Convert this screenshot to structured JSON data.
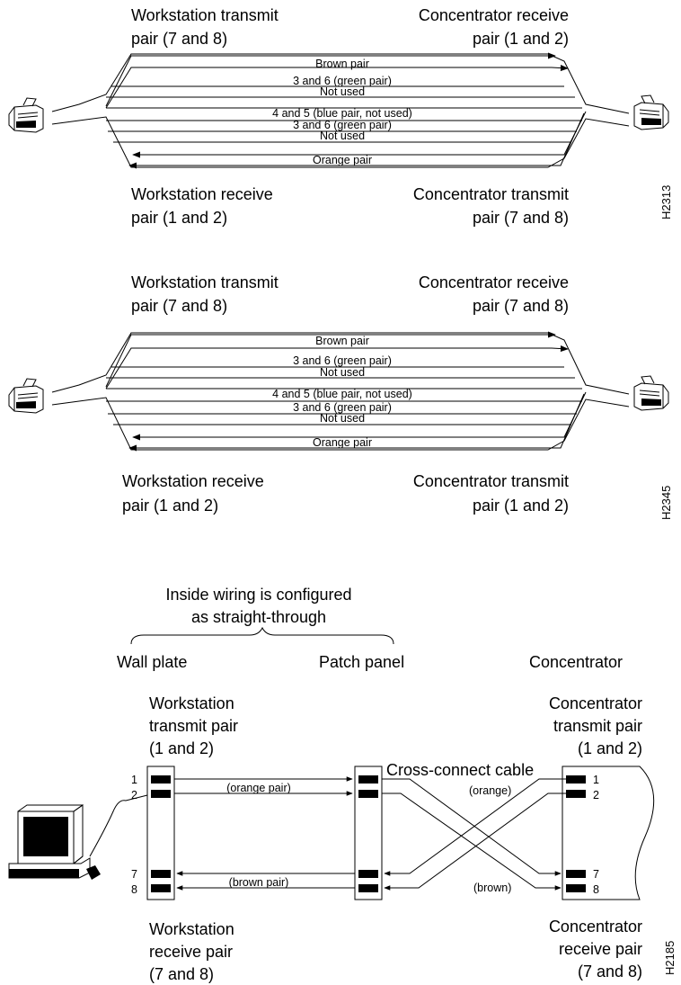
{
  "diagram1": {
    "top_left_label": [
      "Workstation transmit",
      "pair (7 and 8)"
    ],
    "top_right_label": [
      "Concentrator receive",
      "pair (1 and 2)"
    ],
    "bottom_left_label": [
      "Workstation receive",
      "pair (1 and 2)"
    ],
    "bottom_right_label": [
      "Concentrator transmit",
      "pair (7 and 8)"
    ],
    "wires": [
      "Brown pair",
      "3 and 6 (green pair)",
      "Not used",
      "4 and 5 (blue pair, not used)",
      "3 and 6 (green pair)",
      "Not used",
      "Orange pair"
    ],
    "figure_id": "H2313"
  },
  "diagram2": {
    "top_left_label": [
      "Workstation transmit",
      "pair (7 and 8)"
    ],
    "top_right_label": [
      "Concentrator receive",
      "pair (7 and 8)"
    ],
    "bottom_left_label": [
      "Workstation receive",
      "pair (1 and 2)"
    ],
    "bottom_right_label": [
      "Concentrator transmit",
      "pair (1 and 2)"
    ],
    "wires": [
      "Brown pair",
      "3 and 6 (green pair)",
      "Not used",
      "4 and 5 (blue pair, not used)",
      "3 and 6 (green pair)",
      "Not used",
      "Orange pair"
    ],
    "figure_id": "H2345"
  },
  "diagram3": {
    "brace_label": [
      "Inside wiring is configured",
      "as straight-through"
    ],
    "wall_plate": "Wall plate",
    "patch_panel": "Patch panel",
    "concentrator": "Concentrator",
    "ws_transmit": [
      "Workstation",
      "transmit pair",
      "(1 and 2)"
    ],
    "conc_transmit": [
      "Concentrator",
      "transmit pair",
      "(1 and 2)"
    ],
    "ws_receive": [
      "Workstation",
      "receive pair",
      "(7 and 8)"
    ],
    "conc_receive": [
      "Concentrator",
      "receive pair",
      "(7 and 8)"
    ],
    "cross_connect": "Cross-connect cable",
    "orange_pair": "(orange pair)",
    "brown_pair": "(brown pair)",
    "orange": "(orange)",
    "brown": "(brown)",
    "pins": [
      "1",
      "2",
      "7",
      "8"
    ],
    "figure_id": "H2185"
  }
}
